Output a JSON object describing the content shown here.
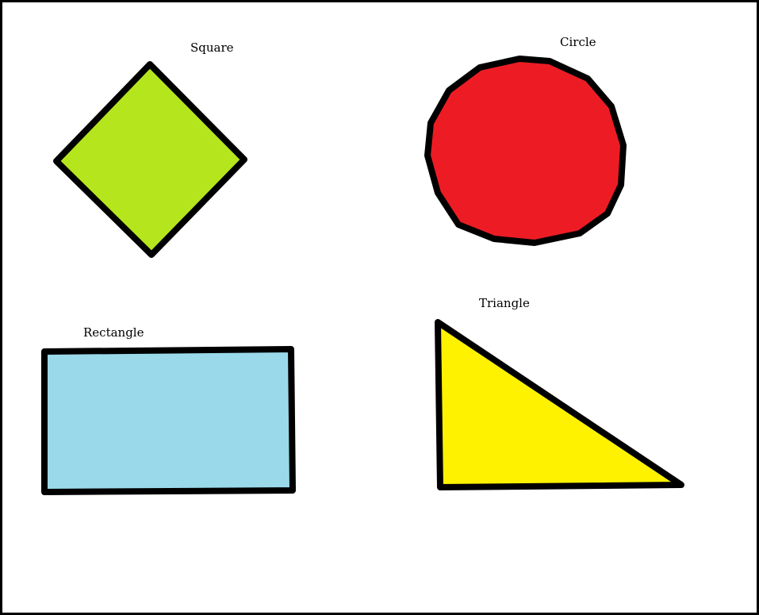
{
  "shapes": {
    "square": {
      "label": "Square",
      "fill": "#b5e61d"
    },
    "circle": {
      "label": "Circle",
      "fill": "#ed1c24"
    },
    "rectangle": {
      "label": "Rectangle",
      "fill": "#99d9ea"
    },
    "triangle": {
      "label": "Triangle",
      "fill": "#fff200"
    }
  },
  "colors": {
    "outline": "#000000",
    "background": "#ffffff"
  }
}
